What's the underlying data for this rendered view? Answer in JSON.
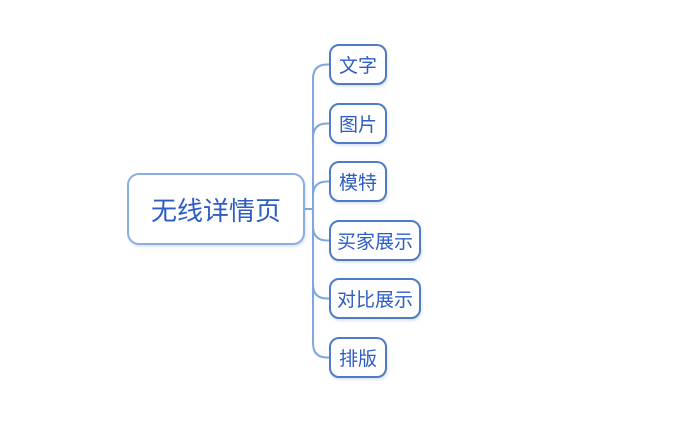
{
  "diagram": {
    "type": "mindmap",
    "root": {
      "label": "无线详情页"
    },
    "children": [
      {
        "label": "文字"
      },
      {
        "label": "图片"
      },
      {
        "label": "模特"
      },
      {
        "label": "买家展示"
      },
      {
        "label": "对比展示"
      },
      {
        "label": "排版"
      }
    ],
    "colors": {
      "background": "#ffffff",
      "root_border": "#8aaedd",
      "child_border": "#4e7cc6",
      "connector": "#7fa7db",
      "text": "#2d5cc5"
    }
  }
}
